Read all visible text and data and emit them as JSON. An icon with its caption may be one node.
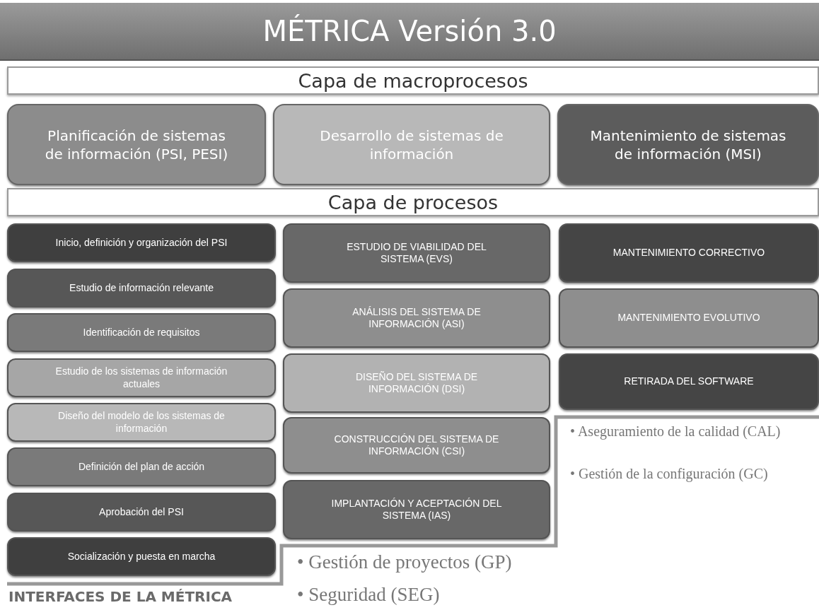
{
  "diagram": {
    "title": "MÉTRICA Versión 3.0",
    "nodes": [
      {
        "text": [
          "Capa de macroprocesos"
        ]
      },
      {
        "text": [
          "Planificación de sistemas de información (PSI, PESI)"
        ]
      },
      {
        "text": [
          "Desarrollo de sistemas de información"
        ]
      },
      {
        "text": [
          "Mantenimiento de sistemas de información (MSI)"
        ]
      },
      {
        "text": [
          "Capa de procesos"
        ]
      },
      {
        "text": [
          "Inicio, definición y organización del PSI"
        ]
      },
      {
        "text": [
          "ESTUDIO DE VIABILIDAD DEL SISTEMA (EVS)"
        ]
      },
      {
        "text": [
          "MANTENIMIENTO CORRECTIVO"
        ]
      },
      {
        "text": [
          "Estudio de información relevante"
        ]
      },
      {
        "text": [
          "ANÁLISIS DEL SISTEMA DE INFORMACIÓN (ASI)"
        ]
      },
      {
        "text": [
          "MANTENIMIENTO EVOLUTIVO"
        ]
      },
      {
        "text": [
          "Identificación de requisitos"
        ]
      },
      {
        "text": [
          "Estudio de los sistemas de información actuales"
        ]
      },
      {
        "text": [
          "DISEÑO DEL SISTEMA DE INFORMACIÓN (DSI)"
        ]
      },
      {
        "text": [
          "RETIRADA DEL SOFTWARE"
        ]
      },
      {
        "text": [
          "Diseño del modelo de los sistemas de información"
        ]
      },
      {
        "text": [
          "CONSTRUCCIÓN DEL SISTEMA DE INFORMACIÓN (CSI)"
        ]
      },
      {
        "text": [
          "Definición del plan de acción"
        ]
      },
      {
        "text": [
          "IMPLANTACIÓN Y ACEPTACIÓN DEL SISTEMA (IAS)"
        ]
      },
      {
        "text": [
          "Aprobación del PSI"
        ]
      },
      {
        "text": [
          "Socialización y puesta en marcha"
        ]
      }
    ],
    "labels": [
      "• Aseguramiento de la calidad (CAL)",
      "• Gestión de la configuración (GC)",
      "• Gestión de proyectos (GP)",
      "INTERFACES DE LA MÉTRICA",
      "• Seguridad (SEG)"
    ]
  }
}
